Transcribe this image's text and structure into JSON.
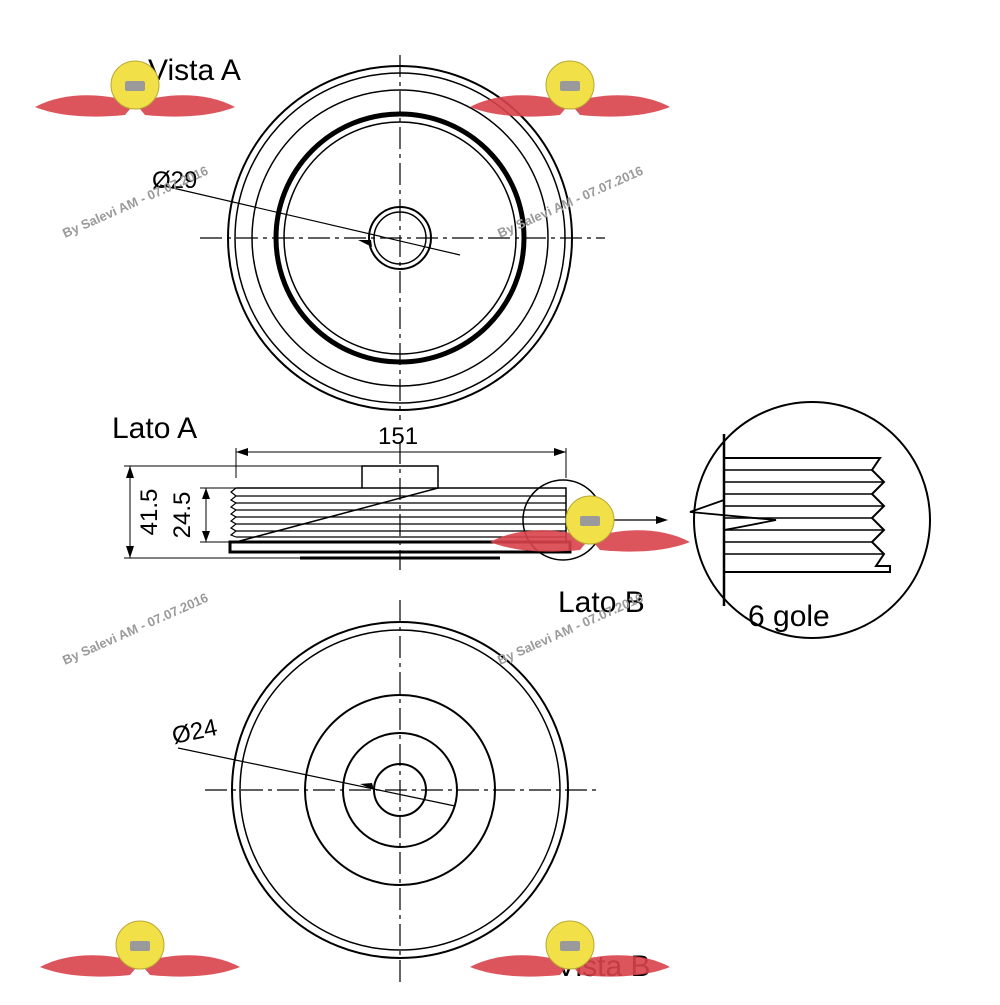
{
  "colors": {
    "line": "#000000",
    "watermark_wing": "#d9434a",
    "watermark_badge": "#f1e047",
    "watermark_text": "#9a9a9a"
  },
  "labels": {
    "view_a": "Vista A",
    "view_b": "Vista B",
    "side_a": "Lato A",
    "side_b": "Lato B",
    "grooves": "6 gole"
  },
  "dimensions": {
    "bore_a": "Ø29",
    "bore_b": "Ø24",
    "outer_diameter": "151",
    "total_width": "41.5",
    "belt_width": "24.5"
  },
  "watermark": {
    "text": "By Salevi AM - 07.07.2016",
    "icon": "winged-badge-logo"
  }
}
